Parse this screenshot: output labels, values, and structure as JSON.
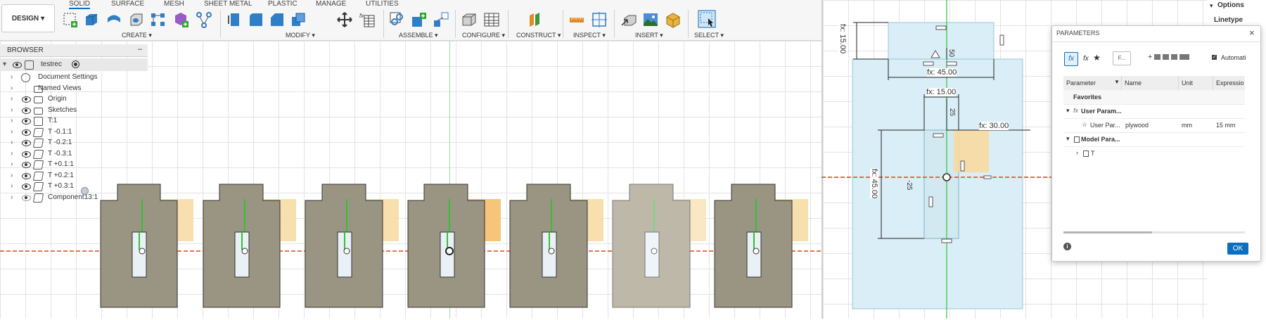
{
  "toolbar": {
    "workspace": "DESIGN",
    "tabs": [
      "SOLID",
      "SURFACE",
      "MESH",
      "SHEET METAL",
      "PLASTIC",
      "MANAGE",
      "UTILITIES"
    ],
    "groups": {
      "create": "CREATE ▾",
      "modify": "MODIFY ▾",
      "assemble": "ASSEMBLE ▾",
      "configure": "CONFIGURE ▾",
      "construct": "CONSTRUCT ▾",
      "inspect": "INSPECT ▾",
      "insert": "INSERT ▾",
      "select": "SELECT ▾"
    }
  },
  "browser": {
    "title": "BROWSER",
    "collapse": "–",
    "root": "testrec",
    "items": [
      {
        "label": "Document Settings",
        "icon": "gear-icon"
      },
      {
        "label": "Named Views",
        "icon": "folder-icon"
      },
      {
        "label": "Origin",
        "icon": "folder-icon"
      },
      {
        "label": "Sketches",
        "icon": "folder-icon"
      },
      {
        "label": "T:1",
        "icon": "component-icon"
      },
      {
        "label": "T -0.1:1",
        "icon": "body-icon"
      },
      {
        "label": "T -0.2:1",
        "icon": "body-icon"
      },
      {
        "label": "T -0.3:1",
        "icon": "body-icon"
      },
      {
        "label": "T +0.1:1",
        "icon": "body-icon"
      },
      {
        "label": "T +0.2:1",
        "icon": "body-icon"
      },
      {
        "label": "T +0.3:1",
        "icon": "body-icon"
      },
      {
        "label": "Component13:1",
        "icon": "body-icon"
      }
    ]
  },
  "sketch": {
    "dims": {
      "top_height": "fx: 15.00",
      "top_width": "fx: 45.00",
      "top_offset": "50",
      "slot_width": "fx: 15.00",
      "slot_offset": "25",
      "right_width": "fx: 30.00",
      "left_height": "fx: 45.00",
      "left_offset": "-25"
    }
  },
  "parameters": {
    "title": "PARAMETERS",
    "close": "×",
    "filter_placeholder": "F...",
    "auto_label": "Automati",
    "columns": [
      "Parameter",
      "Name",
      "Unit",
      "Expressio"
    ],
    "favorites": "Favorites",
    "user_group": "User Param...",
    "user_row": {
      "param": "User Par...",
      "name": "plywood",
      "unit": "mm",
      "expr": "15 mm"
    },
    "model_group": "Model Para...",
    "model_child": "T",
    "ok": "OK",
    "info": "i"
  },
  "options": {
    "title": "Options",
    "linetype": "Linetype"
  },
  "colors": {
    "part_fill": "#9a9482",
    "part_light": "#bdb8a8",
    "ghost_fill": "#f7d9a0",
    "axis_red": "#e0401c",
    "axis_green": "#33c233",
    "sketch_fill": "#d9eef6",
    "accent": "#0b6ec0"
  }
}
